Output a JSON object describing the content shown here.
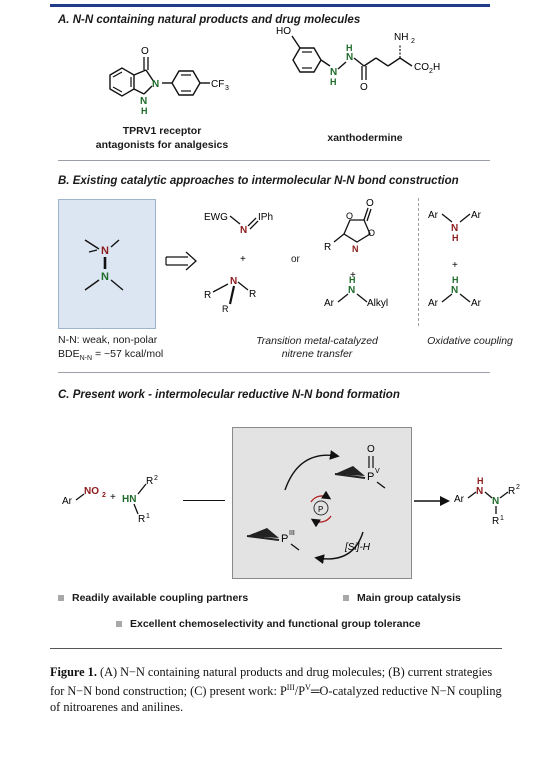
{
  "sectionA": {
    "title": "A. N-N containing natural products and drug molecules",
    "compound1_label_line1": "TPRV1 receptor",
    "compound1_label_line2": "antagonists for analgesics",
    "compound2_label": "xanthodermine"
  },
  "sectionB": {
    "title": "B. Existing catalytic approaches to intermolecular N-N bond construction",
    "box_caption_line1": "N-N: weak, non-polar",
    "box_caption_line2": "BDE",
    "box_caption_sub": "N-N",
    "box_caption_value": " = ~57 kcal/mol",
    "or_label": "or",
    "plus": "+",
    "method1_line1": "Transition metal-catalyzed",
    "method1_line2": "nitrene transfer",
    "method2": "Oxidative coupling"
  },
  "sectionC": {
    "title": "C. Present work - intermolecular reductive N-N bond formation",
    "bullets": [
      "Readily available coupling partners",
      "Main group catalysis",
      "Excellent chemoselectivity and functional group tolerance"
    ]
  },
  "caption": {
    "label": "Figure 1.",
    "text1": " (A) N−N containing natural products and drug molecules; (B) current strategies for N−N bond construction; (C) present work: P",
    "sup1": "III",
    "text2": "/P",
    "sup2": "V",
    "text3": "═O-catalyzed reductive N−N coupling of nitroarenes and anilines."
  },
  "colors": {
    "accent_bar": "#1f3b8a",
    "nitrogen_red": "#8b1a1a",
    "nitrogen_green": "#1e6b2a",
    "box_blue": "#dce6f2",
    "panel_gray": "#e3e3e3",
    "bullet_gray": "#a8a8a8"
  }
}
